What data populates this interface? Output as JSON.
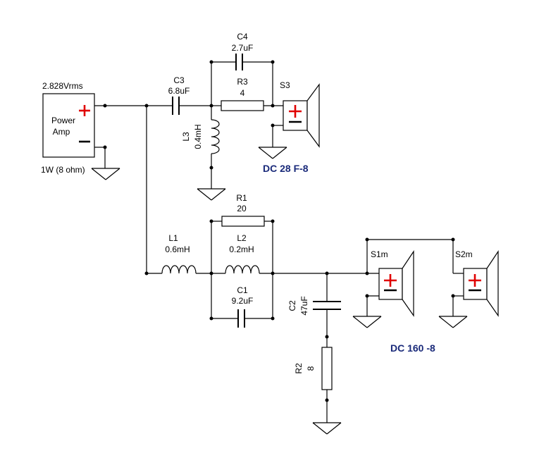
{
  "amp": {
    "label_line1": "Power",
    "label_line2": "Amp",
    "voltage": "2.828Vrms",
    "power": "1W (8 ohm)"
  },
  "components": {
    "C3": {
      "name": "C3",
      "value": "6.8uF"
    },
    "C4": {
      "name": "C4",
      "value": "2.7uF"
    },
    "R3": {
      "name": "R3",
      "value": "4"
    },
    "L3": {
      "name": "L3",
      "value": "0.4mH"
    },
    "R1": {
      "name": "R1",
      "value": "20"
    },
    "L1": {
      "name": "L1",
      "value": "0.6mH"
    },
    "L2": {
      "name": "L2",
      "value": "0.2mH"
    },
    "C1": {
      "name": "C1",
      "value": "9.2uF"
    },
    "C2": {
      "name": "C2",
      "value": "47uF"
    },
    "R2": {
      "name": "R2",
      "value": "8"
    }
  },
  "speakers": {
    "S3": "S3",
    "S1m": "S1m",
    "S2m": "S2m"
  },
  "drivers": {
    "tweeter": "DC 28 F-8",
    "woofer": "DC 160 -8"
  },
  "colors": {
    "plus": "#e00000",
    "brand": "#1a2a7a"
  }
}
